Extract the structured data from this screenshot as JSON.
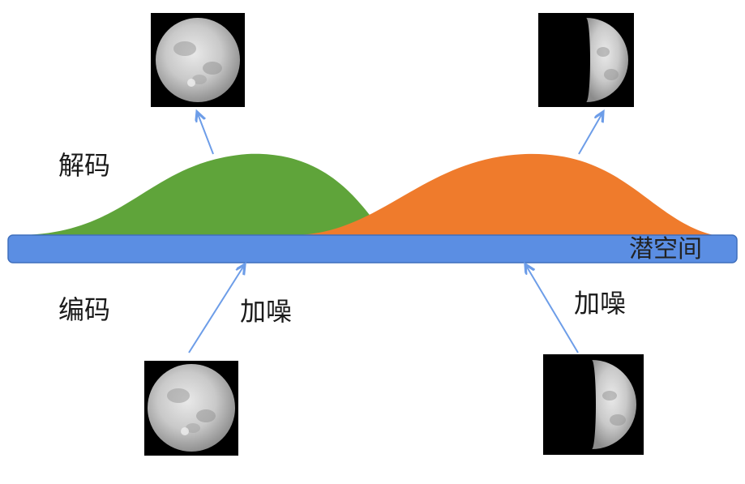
{
  "labels": {
    "decode": "解码",
    "encode": "编码",
    "noise_left": "加噪",
    "noise_right": "加噪",
    "latent_space": "潜空间"
  },
  "colors": {
    "latent_bar": "#5b8ee3",
    "latent_bar_border": "#3f6fbd",
    "full_moon_distribution": "#5fa43a",
    "half_moon_distribution": "#ef7b2c",
    "arrow": "#6d9de8",
    "photo_background": "#000000"
  },
  "images": {
    "top_left": "full-moon",
    "top_right": "half-moon",
    "bottom_left": "full-moon",
    "bottom_right": "half-moon"
  }
}
